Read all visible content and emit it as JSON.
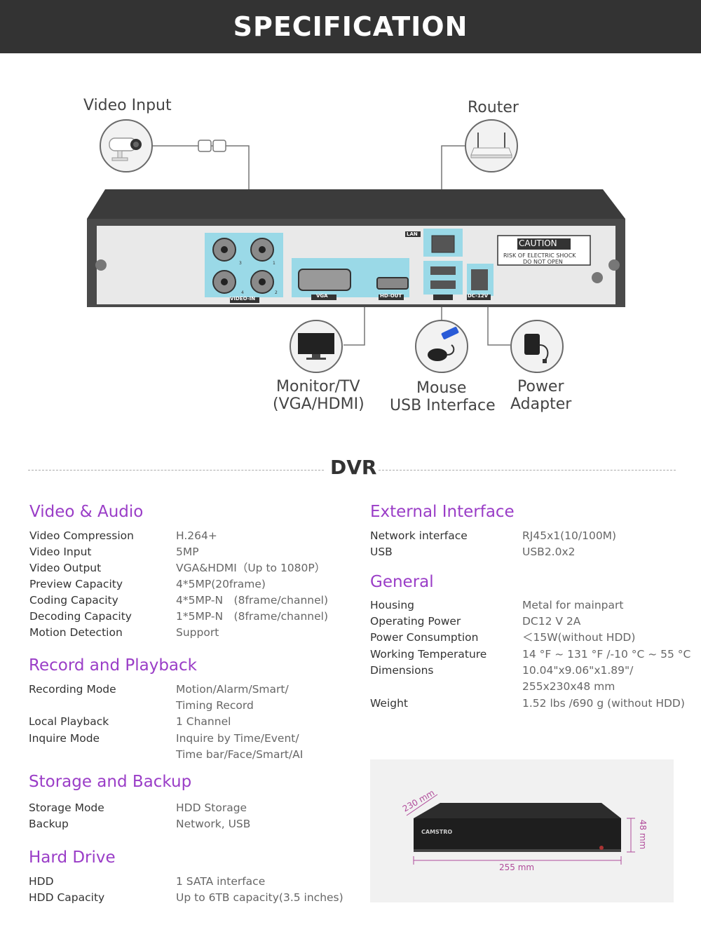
{
  "header": {
    "title": "SPECIFICATION"
  },
  "diagram": {
    "video_input": "Video Input",
    "router": "Router",
    "monitor_line1": "Monitor/TV",
    "monitor_line2": "(VGA/HDMI)",
    "mouse_line1": "Mouse",
    "mouse_line2": "USB Interface",
    "power_line1": "Power",
    "power_line2": "Adapter",
    "ports": {
      "video_in": "VIDEO-IN",
      "vga": "VGA",
      "hd_out": "HD-OUT",
      "lan": "LAN",
      "dc": "DC-12V",
      "bnc_nums": [
        "3",
        "1",
        "4",
        "2"
      ]
    },
    "caution": {
      "title": "CAUTION",
      "line1": "RISK OF ELECTRIC SHOCK",
      "line2": "DO NOT OPEN"
    }
  },
  "dvr_title": "DVR",
  "sections": {
    "video_audio": {
      "title": "Video & Audio",
      "rows": [
        {
          "label": "Video Compression",
          "value": "H.264+"
        },
        {
          "label": "Video Input",
          "value": "5MP"
        },
        {
          "label": "Video Output",
          "value": "VGA&HDMI（Up to 1080P）"
        },
        {
          "label": "Preview Capacity",
          "value": "4*5MP(20frame)"
        },
        {
          "label": "Coding Capacity",
          "value": "4*5MP-N　(8frame/channel)"
        },
        {
          "label": "Decoding Capacity",
          "value": "1*5MP-N　(8frame/channel)"
        },
        {
          "label": "Motion Detection",
          "value": "Support"
        }
      ]
    },
    "record": {
      "title": "Record and Playback",
      "rows": [
        {
          "label": "Recording Mode",
          "value": "Motion/Alarm/Smart/",
          "value2": "Timing Record"
        },
        {
          "label": "Local Playback",
          "value": "1 Channel"
        },
        {
          "label": "Inquire Mode",
          "value": "Inquire by Time/Event/",
          "value2": "Time bar/Face/Smart/AI"
        }
      ]
    },
    "storage": {
      "title": "Storage and Backup",
      "rows": [
        {
          "label": "Storage Mode",
          "value": "HDD Storage"
        },
        {
          "label": "Backup",
          "value": "Network, USB"
        }
      ]
    },
    "hdd": {
      "title": "Hard Drive",
      "rows": [
        {
          "label": "HDD",
          "value": "1 SATA interface"
        },
        {
          "label": "HDD Capacity",
          "value": "Up to 6TB capacity(3.5 inches)"
        }
      ]
    },
    "external": {
      "title": "External Interface",
      "rows": [
        {
          "label": "Network interface",
          "value": "RJ45x1(10/100M)"
        },
        {
          "label": "USB",
          "value": "USB2.0x2"
        }
      ]
    },
    "general": {
      "title": "General",
      "rows": [
        {
          "label": "Housing",
          "value": "Metal for mainpart"
        },
        {
          "label": "Operating Power",
          "value": "DC12 V 2A"
        },
        {
          "label": "Power Consumption",
          "value": "＜15W(without HDD)"
        },
        {
          "label": "Working Temperature",
          "value": "14 °F ~ 131 °F /-10 °C ~ 55 °C"
        },
        {
          "label": "Dimensions",
          "value": "10.04\"x9.06\"x1.89\"/",
          "value2": "255x230x48 mm"
        },
        {
          "label": "Weight",
          "value": "1.52 lbs /690 g (without HDD)"
        }
      ]
    }
  },
  "product": {
    "brand": "CAMSTRO",
    "dim_depth": "230 mm",
    "dim_height": "48 mm",
    "dim_width": "255 mm"
  },
  "colors": {
    "accent": "#9a3dc7",
    "header_bg": "#333333",
    "port_highlight": "#7fd3e6"
  }
}
